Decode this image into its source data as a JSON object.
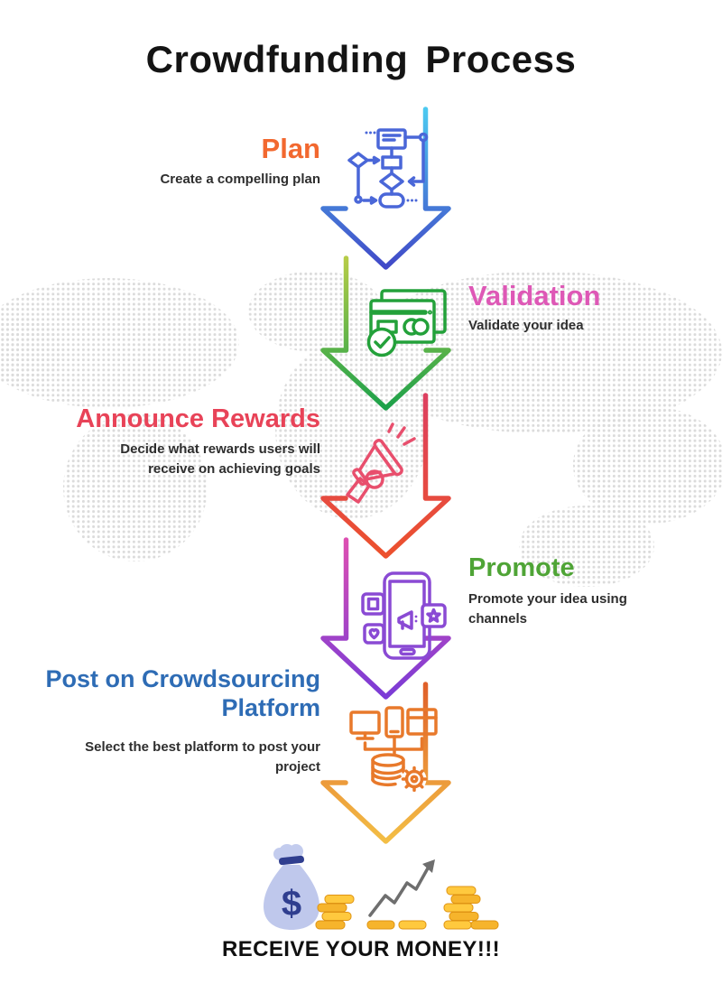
{
  "title": "Crowdfunding Process",
  "steps": [
    {
      "label": "Plan",
      "description": "Create a compelling plan",
      "color": "#F2682F",
      "icon": "flowchart-icon",
      "icon_color": "#4A67D8"
    },
    {
      "label": "Validation",
      "description": "Validate your idea",
      "color": "#DE58B6",
      "icon": "credit-cards-icon",
      "icon_color": "#23A13A"
    },
    {
      "label": "Announce Rewards",
      "description": "Decide what rewards users will receive on achieving goals",
      "desc_lines": [
        "Decide what rewards users will",
        "receive on achieving goals"
      ],
      "color": "#E84358",
      "icon": "megaphone-icon",
      "icon_color": "#E84F6D"
    },
    {
      "label": "Promote",
      "description": "Promote your idea using channels",
      "desc_lines": [
        "Promote your idea using",
        "channels"
      ],
      "color": "#4FA436",
      "icon": "smartphone-promotion-icon",
      "icon_color": "#8A4AD4"
    },
    {
      "label": "Post on Crowdsourcing Platform",
      "label_lines": [
        "Post on Crowdsourcing",
        "Platform"
      ],
      "description": "Select the best platform to post your project",
      "desc_lines": [
        "Select the best platform to post your",
        "project"
      ],
      "color": "#2E6CB5",
      "icon": "devices-database-icon",
      "icon_color": "#E8792B"
    }
  ],
  "connectors": [
    {
      "from": "Plan",
      "to": "Validation",
      "gradient": [
        "#4CC9F0",
        "#4149C8"
      ]
    },
    {
      "from": "Validation",
      "to": "Announce Rewards",
      "gradient": [
        "#B6CC48",
        "#1CA14A"
      ]
    },
    {
      "from": "Announce Rewards",
      "to": "Promote",
      "gradient": [
        "#DD4060",
        "#EC512D"
      ]
    },
    {
      "from": "Promote",
      "to": "Post on Crowdsourcing Platform",
      "gradient": [
        "#DD4FB2",
        "#7A3BD6"
      ]
    },
    {
      "from": "Post on Crowdsourcing Platform",
      "to": "Receive your money",
      "gradient": [
        "#E0602A",
        "#F3BE45"
      ]
    }
  ],
  "footer": {
    "label": "RECEIVE YOUR MONEY!!!",
    "illustration": "money-bag-coins-growth-chart"
  },
  "background": {
    "pattern": "dotted-world-map",
    "dot_color": "#DBDBDB"
  }
}
